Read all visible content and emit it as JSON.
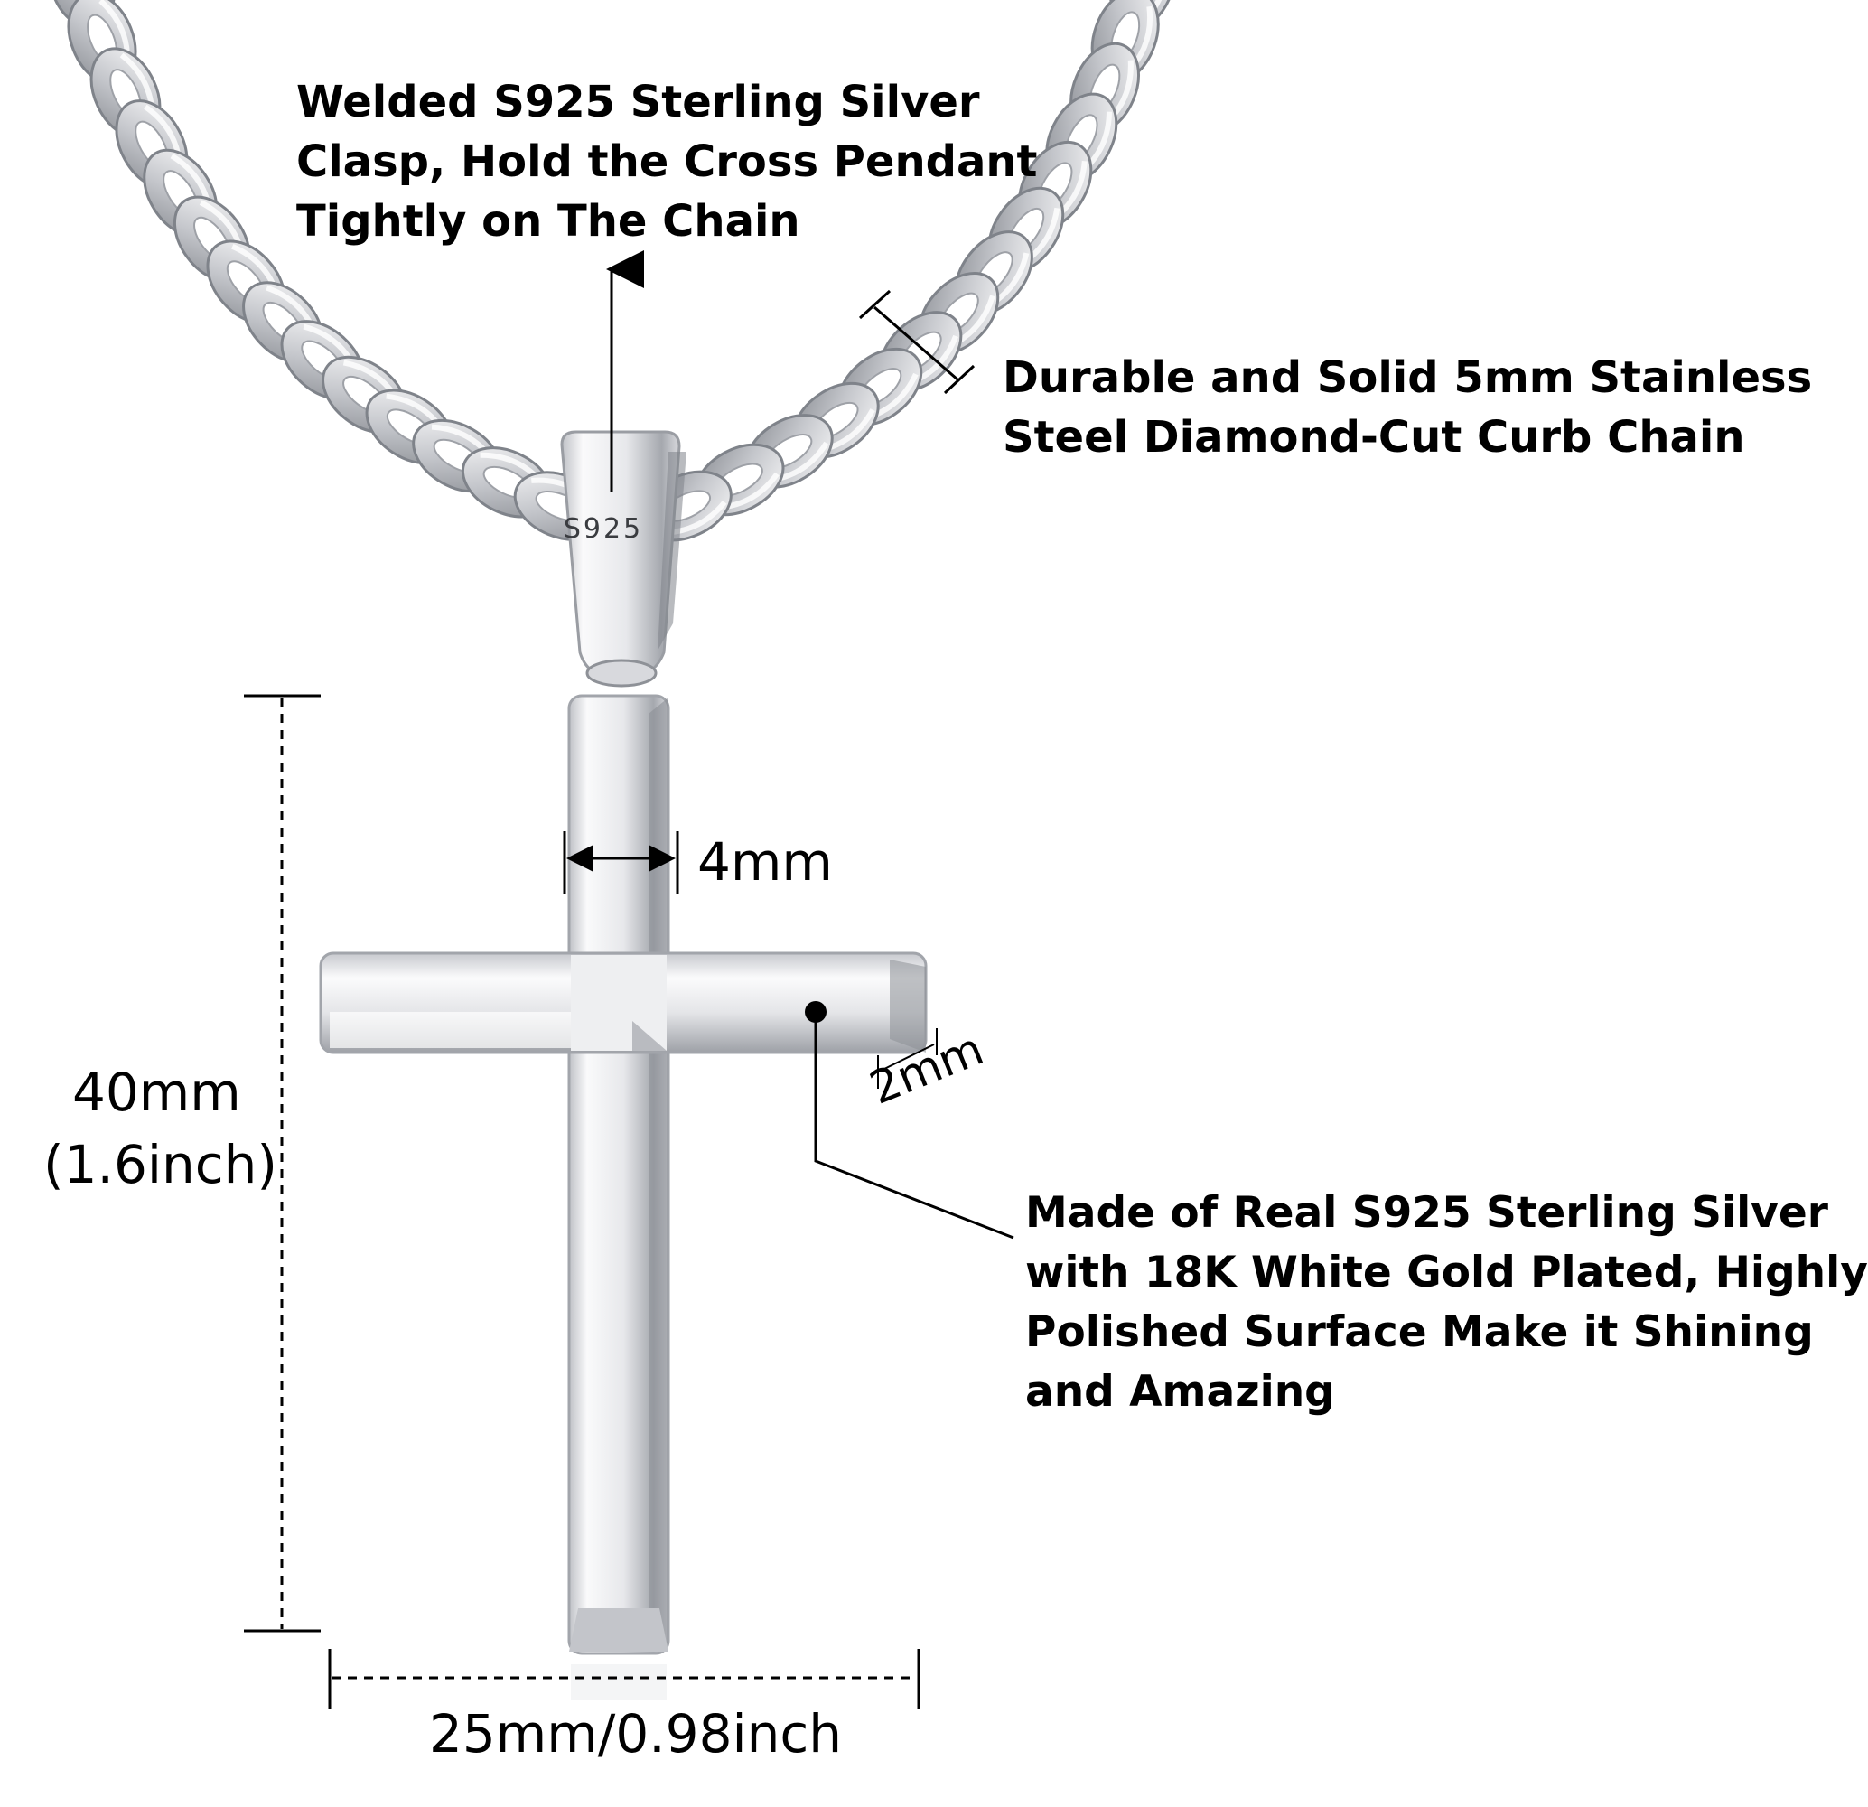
{
  "callouts": {
    "clasp": [
      "Welded S925 Sterling Silver",
      "Clasp, Hold the Cross Pendant",
      "Tightly on The Chain"
    ],
    "chain": [
      "Durable and Solid 5mm Stainless",
      "Steel Diamond-Cut Curb Chain"
    ],
    "material": [
      "Made of Real S925 Sterling Silver",
      "with 18K White Gold Plated, Highly",
      "Polished Surface Make it Shining",
      "and Amazing"
    ]
  },
  "dimensions": {
    "height_mm": "40mm",
    "height_in": "(1.6inch)",
    "width": "25mm/0.98inch",
    "bar_width": "4mm",
    "thickness": "2mm"
  },
  "bail_stamp": "S925",
  "colors": {
    "background": "#ffffff",
    "silver_light": "#f4f4f6",
    "silver_mid": "#c9cbd0",
    "silver_dark": "#7f838a",
    "annotation": "#000000"
  }
}
